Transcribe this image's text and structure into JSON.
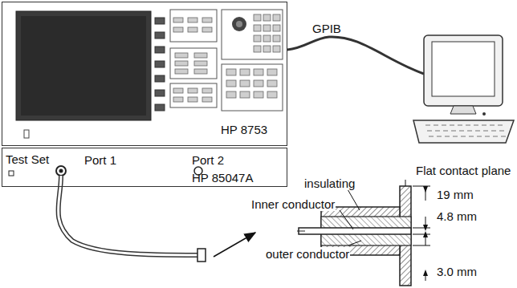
{
  "diagram": {
    "nodes": [
      {
        "text": [
          "HP 8753"
        ]
      },
      {
        "text": [
          "Test Set",
          "Port 1",
          "Port 2",
          "HP 85047A"
        ]
      }
    ],
    "labels": [
      "GPIB",
      "Flat contact plane",
      "insulating",
      "Inner conductor",
      "outer conductor",
      "19 mm",
      "4.8 mm",
      "3.0 mm"
    ]
  }
}
